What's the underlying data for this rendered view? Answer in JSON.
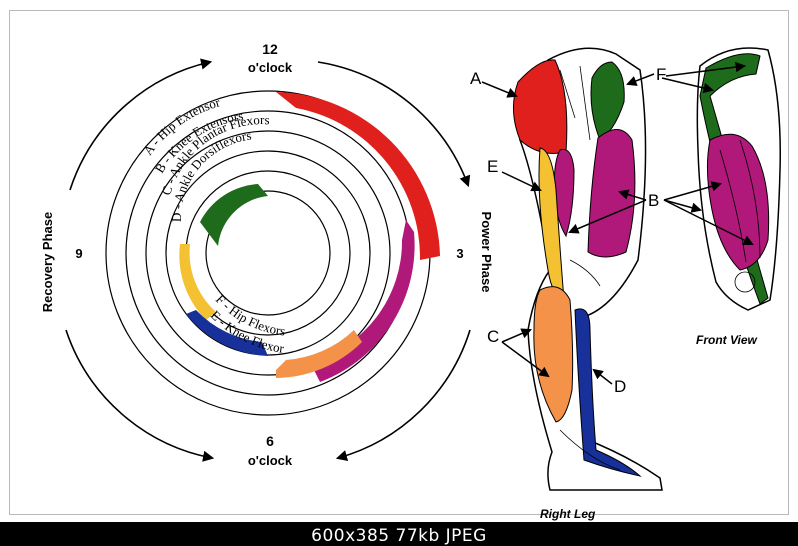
{
  "clock": {
    "top": [
      "12",
      "o'clock"
    ],
    "bottom": [
      "6",
      "o'clock"
    ],
    "right_num": "3",
    "left_num": "9",
    "power_phase": "Power Phase",
    "recovery_phase": "Recovery Phase"
  },
  "arc_labels": [
    "A - Hip Extensor",
    "B - Knee Extensors",
    "C - Ankle Plantar Flexors",
    "D - Ankle Dorsiflexors"
  ],
  "inner_labels": {
    "hip_flexors": "F - Hip Flexors",
    "knee_flexor": "E - Knee Flexor"
  },
  "leg_labels": {
    "A": "A",
    "B": "B",
    "C": "C",
    "D": "D",
    "E": "E",
    "F": "F"
  },
  "captions": {
    "right_leg": "Right Leg",
    "front_view": "Front View"
  },
  "colors": {
    "red": "#e0201c",
    "magenta": "#b0187a",
    "orange": "#f4924a",
    "darkgreen": "#1f6b1c",
    "yellow": "#f3c132",
    "blue": "#17309a",
    "purple": "#7a2a86"
  },
  "image_info": "600x385  77kb  JPEG"
}
